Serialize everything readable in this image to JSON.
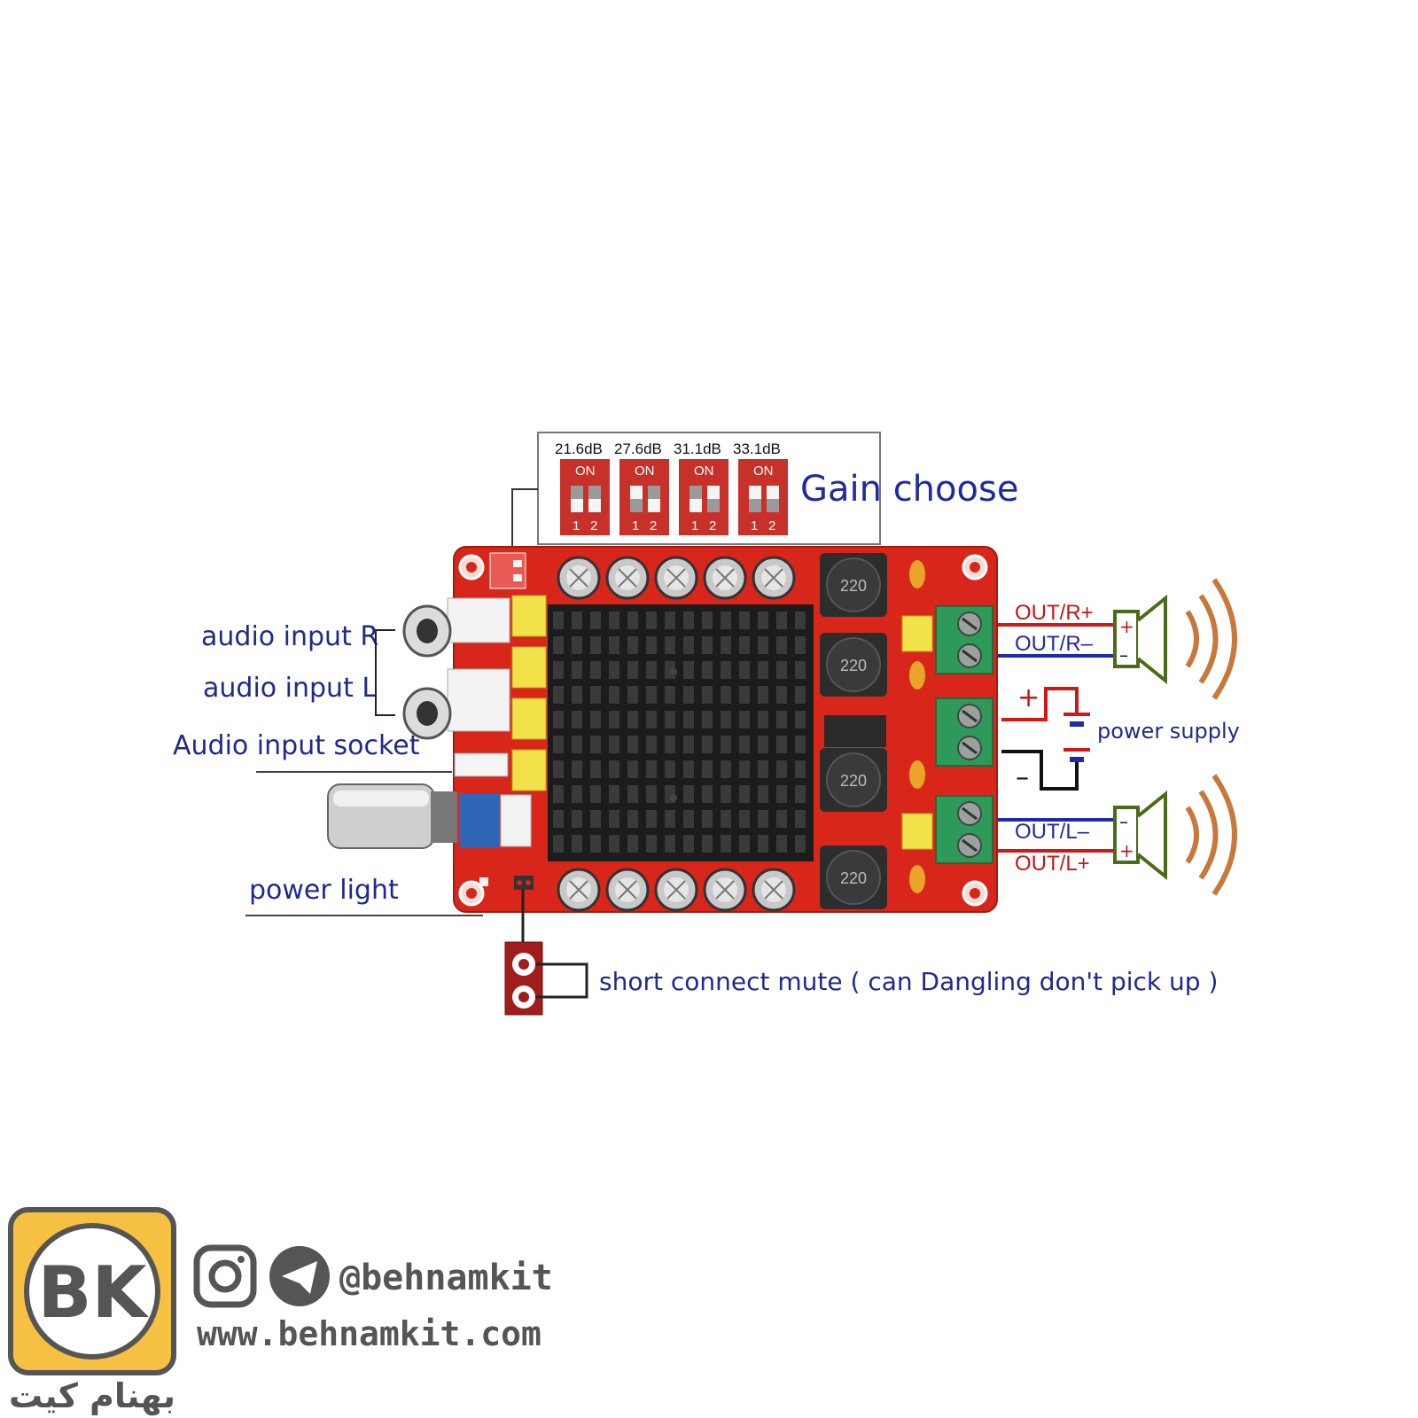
{
  "labels": {
    "audio_input_r": "audio input R",
    "audio_input_l": "audio input L",
    "audio_input_socket": "Audio input socket",
    "power_light": "power light",
    "gain_choose": "Gain choose",
    "power_supply": "power supply",
    "mute": "short connect mute  ( can Dangling don't pick up )",
    "out_r_plus": "OUT/R+",
    "out_r_minus": "OUT/R–",
    "out_l_minus": "OUT/L–",
    "out_l_plus": "OUT/L+",
    "plus": "+",
    "minus": "–"
  },
  "gain_switches": [
    {
      "db": "21.6dB",
      "on": "ON",
      "n1": "1",
      "n2": "2"
    },
    {
      "db": "27.6dB",
      "on": "ON",
      "n1": "1",
      "n2": "2"
    },
    {
      "db": "31.1dB",
      "on": "ON",
      "n1": "1",
      "n2": "2"
    },
    {
      "db": "33.1dB",
      "on": "ON",
      "n1": "1",
      "n2": "2"
    }
  ],
  "inductor_label": "220",
  "footer": {
    "handle": "@behnamkit",
    "website": "www.behnamkit.com",
    "brand_fa": "بهنام کیت",
    "logo_letters": "BK"
  },
  "colors": {
    "pcb_red": "#d8261b",
    "label_blue": "#1f2a8c",
    "wire_red": "#d01818",
    "wire_blue": "#1e2aa8",
    "speaker_green": "#4a6b1a",
    "sound_wave": "#c8783a",
    "terminal_green": "#2e9a5a",
    "logo_yellow": "#f6c042"
  }
}
